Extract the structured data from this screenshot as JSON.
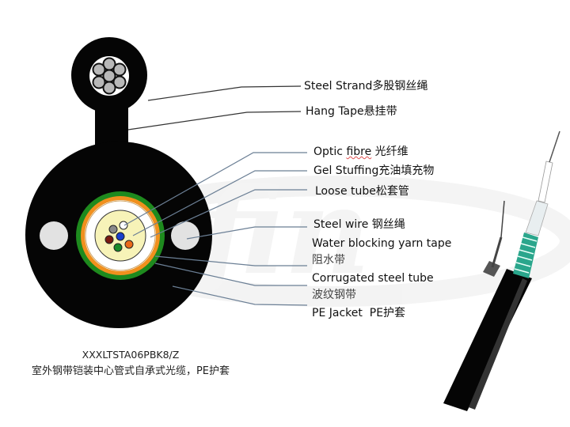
{
  "diagram": {
    "title": "Fiber optic cable cross-section (GYXTC8S figure-8 self-supporting)",
    "labels": [
      {
        "id": "steel-strand",
        "en": "Steel Strand",
        "zh": "多股钢丝绳"
      },
      {
        "id": "hang-tape",
        "en": "Hang Tape",
        "zh": "悬挂带"
      },
      {
        "id": "optic-fibre",
        "en_a": "Optic ",
        "en_b": "fibre",
        "zh": " 光纤维"
      },
      {
        "id": "gel-stuffing",
        "en": "Gel Stuffing",
        "zh": "充油填充物"
      },
      {
        "id": "loose-tube",
        "en": "Loose tube",
        "zh": "松套管"
      },
      {
        "id": "steel-wire",
        "en": "Steel wire ",
        "zh": "钢丝绳"
      },
      {
        "id": "water-blocking",
        "en": "Water blocking yarn tape",
        "zh": "阻水带"
      },
      {
        "id": "corrugated-steel",
        "en": "Corrugated steel tube",
        "zh": "波纹钢带"
      },
      {
        "id": "pe-jacket",
        "en": "PE Jacket  ",
        "zh": "PE护套"
      }
    ],
    "caption": {
      "model": "XXXLTSTA06PBK8/Z",
      "description": "室外钢带铠装中心管式自承式光缆，PE护套"
    },
    "colors": {
      "jacket": "#050505",
      "strand": "#b8b8b8",
      "green_tape": "#1e8a1e",
      "orange_tube": "#f0901e",
      "gel": "#f7f3b8",
      "steel_wire": "#e2e2e2",
      "corrugated": "#2aa68c",
      "leader": "#6b7f95"
    },
    "fibres": [
      {
        "color": "#ffffff"
      },
      {
        "color": "#8a8a8a"
      },
      {
        "color": "#1a3fcc"
      },
      {
        "color": "#7a1a10"
      },
      {
        "color": "#1a8a2a"
      },
      {
        "color": "#ea6a1a"
      }
    ]
  }
}
